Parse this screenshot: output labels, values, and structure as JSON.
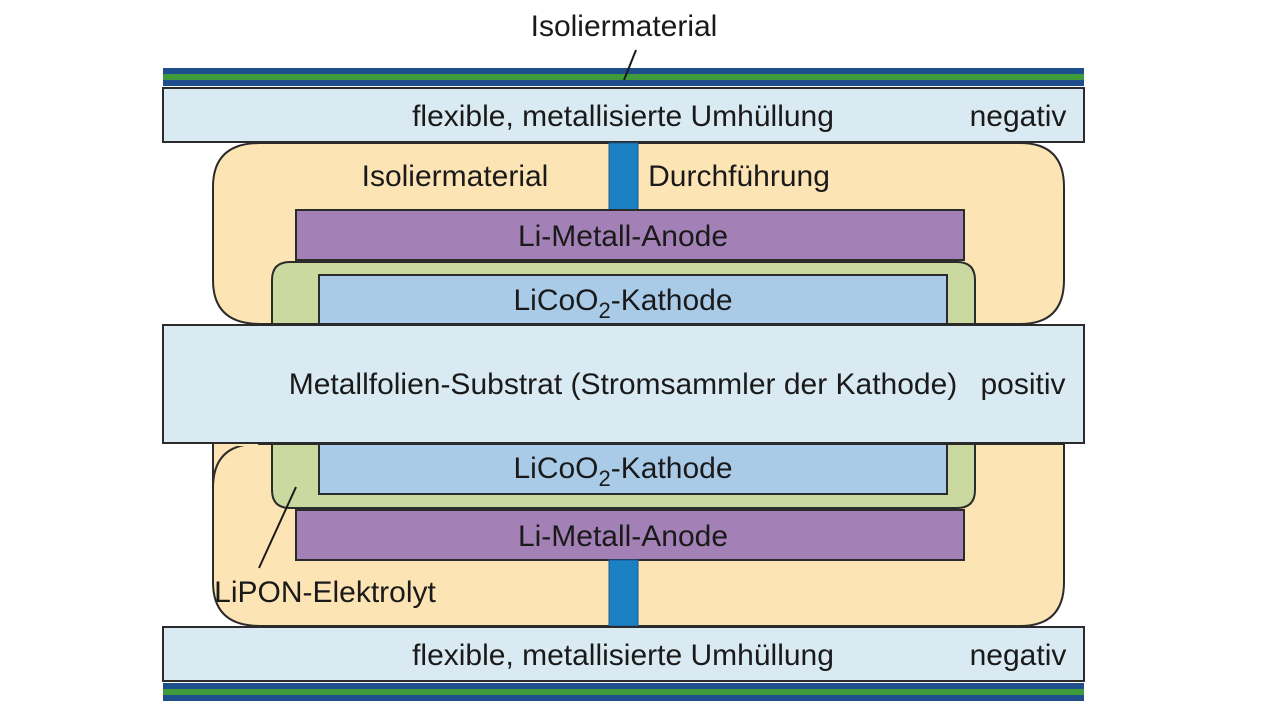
{
  "labels": {
    "top_insulation": "Isoliermaterial",
    "top_envelope": "flexible, metallisierte Umhüllung",
    "top_negative": "negativ",
    "upper_insulation": "Isoliermaterial",
    "feedthrough": "Durchführung",
    "upper_anode": "Li-Metall-Anode",
    "upper_cathode_prefix": "LiCoO",
    "upper_cathode_sub": "2",
    "upper_cathode_suffix": "-Kathode",
    "substrate": "Metallfolien-Substrat (Stromsammler der Kathode)",
    "positive": "positiv",
    "lower_cathode_prefix": "LiCoO",
    "lower_cathode_sub": "2",
    "lower_cathode_suffix": "-Kathode",
    "lower_anode": "Li-Metall-Anode",
    "electrolyte": "LiPON-Elektrolyt",
    "bottom_envelope": "flexible, metallisierte Umhüllung",
    "bottom_negative": "negativ"
  },
  "colors": {
    "envelope": "#d9eaf2",
    "insulation": "#fde4b4",
    "anode": "#a380b5",
    "cathode": "#a9cbe8",
    "electrolyte": "#c9d9a0",
    "feedthrough": "#1a7fc3",
    "stripe_blue": "#1f4e8c",
    "stripe_green": "#3f9a3a"
  }
}
